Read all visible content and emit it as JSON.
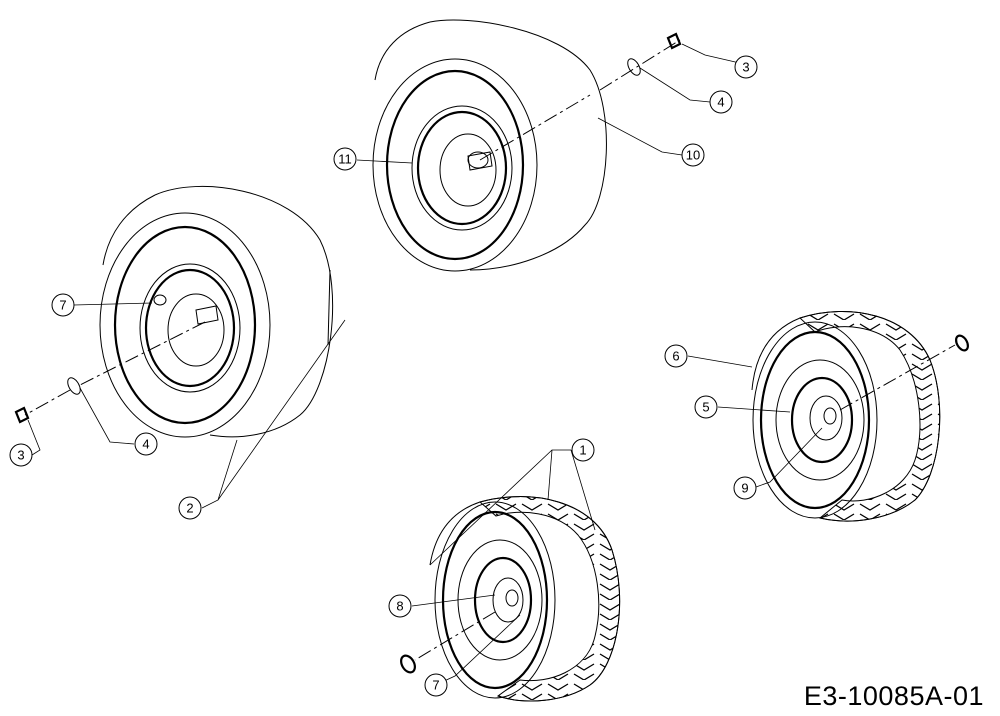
{
  "drawing_code": "E3-10085A-01",
  "callouts": {
    "c1": "1",
    "c2": "2",
    "c3a": "3",
    "c3b": "3",
    "c4a": "4",
    "c4b": "4",
    "c5": "5",
    "c6": "6",
    "c7a": "7",
    "c7b": "7",
    "c8": "8",
    "c9": "9",
    "c10": "10",
    "c11": "11"
  }
}
